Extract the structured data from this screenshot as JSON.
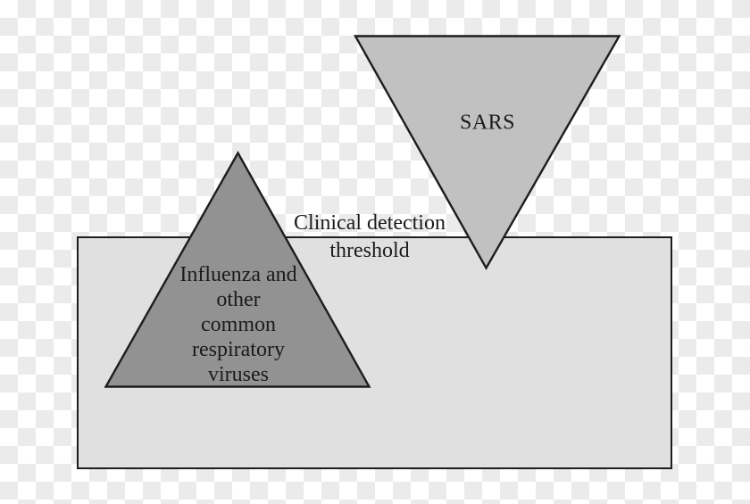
{
  "background": {
    "checker_white": "#ffffff",
    "checker_gray": "#ebebeb"
  },
  "threshold_box": {
    "fill": "#e0e0e0",
    "border_color": "#1d1d1d"
  },
  "threshold_label": {
    "line1": "Clinical detection",
    "line2": "threshold"
  },
  "sars": {
    "label": "SARS",
    "fill": "#c1c1c1",
    "direction": "down"
  },
  "influenza": {
    "lines": [
      "Influenza and",
      "other",
      "common",
      "respiratory",
      "viruses"
    ],
    "fill": "#929292",
    "direction": "up"
  }
}
